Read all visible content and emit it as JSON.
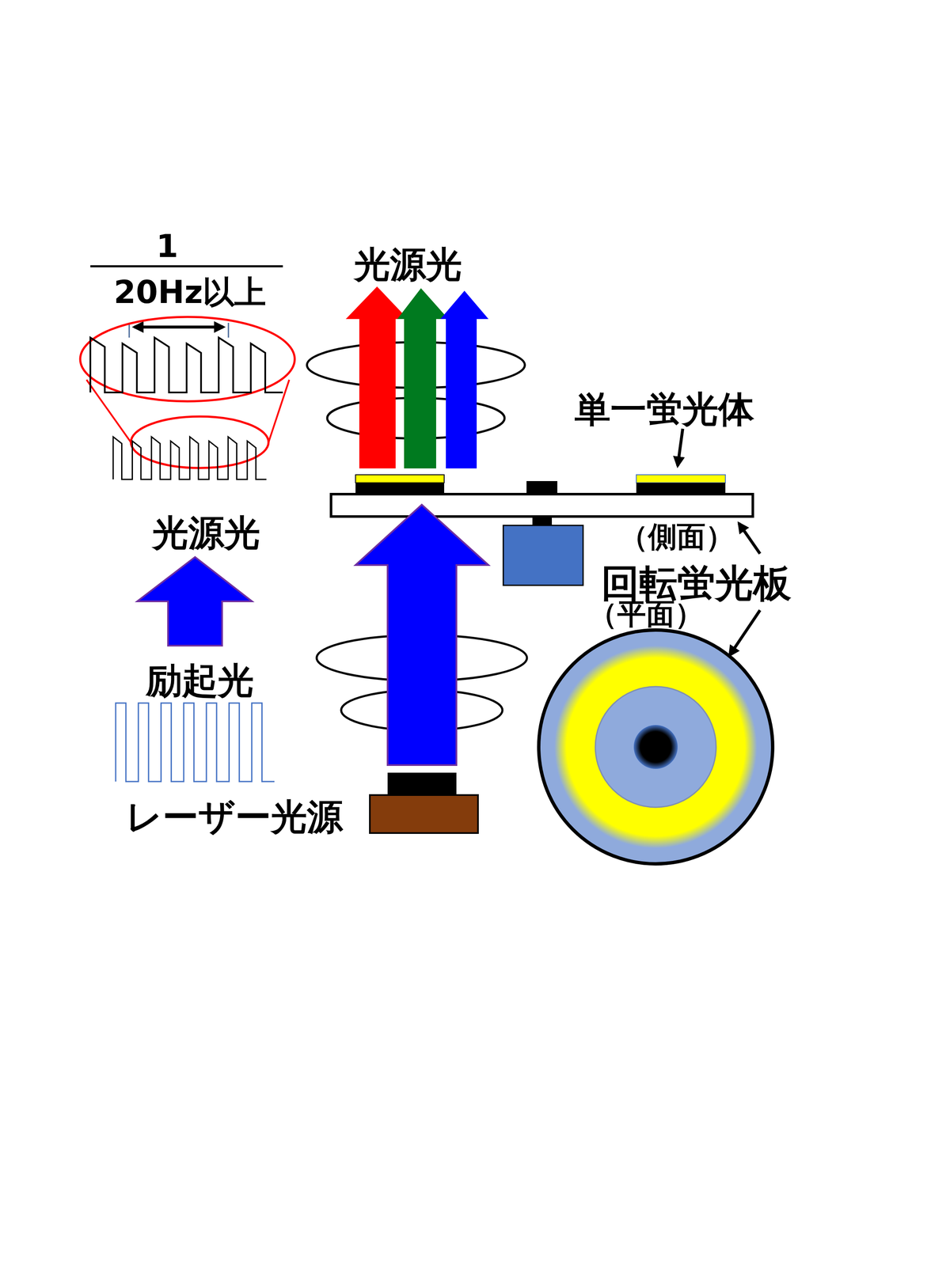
{
  "diagram": {
    "labels": [
      "1",
      "20Hz以上",
      "光源光",
      "単一蛍光体",
      "（側面）",
      "回転蛍光板",
      "（平面）",
      "光源光",
      "励起光",
      "レーザー光源"
    ]
  }
}
